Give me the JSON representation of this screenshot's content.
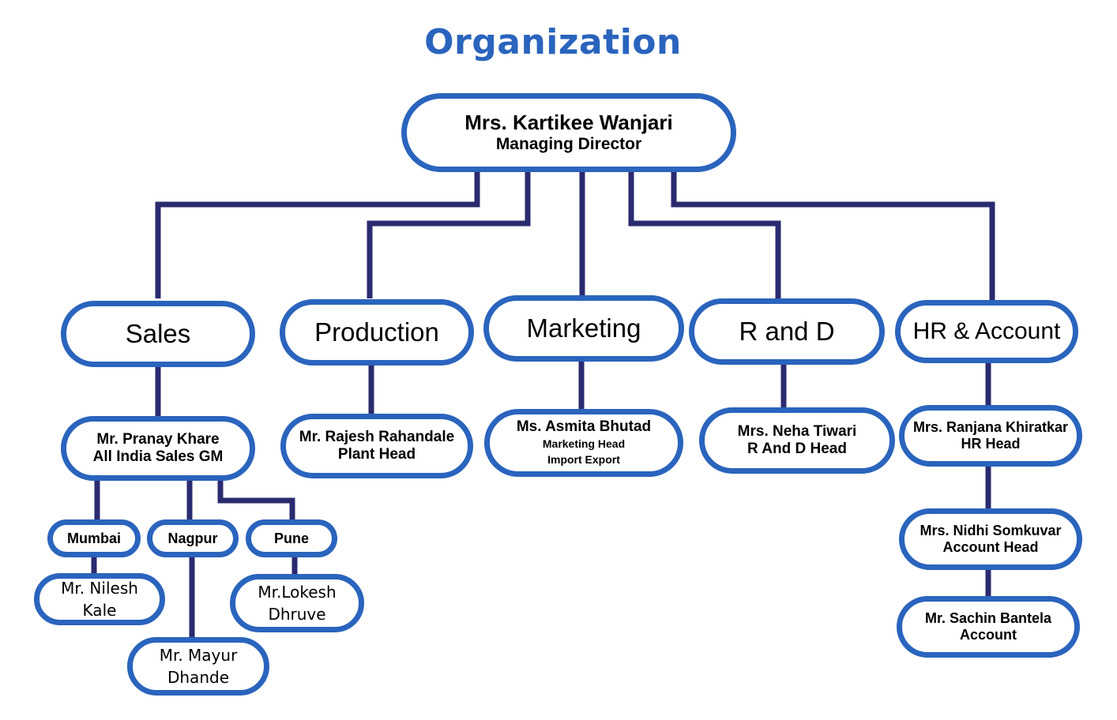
{
  "title": "Organization",
  "colors": {
    "title": "#2a64bd",
    "node_border": "#2a64bd",
    "connector": "#2a2b6f",
    "text": "#000000",
    "background": "#ffffff"
  },
  "root": {
    "name": "Mrs. Kartikee Wanjari",
    "role": "Managing Director"
  },
  "departments": [
    {
      "label": "Sales",
      "head": {
        "name": "Mr. Pranay Khare",
        "role": "All India Sales GM"
      },
      "branches": [
        {
          "city": "Mumbai",
          "person": "Mr. Nilesh Kale",
          "person_line1": "Mr. Nilesh",
          "person_line2": "Kale"
        },
        {
          "city": "Nagpur",
          "person": "Mr. Mayur Dhande",
          "person_line1": "Mr. Mayur",
          "person_line2": "Dhande"
        },
        {
          "city": "Pune",
          "person": "Mr.Lokesh Dhruve",
          "person_line1": "Mr.Lokesh",
          "person_line2": "Dhruve"
        }
      ]
    },
    {
      "label": "Production",
      "head": {
        "name": "Mr. Rajesh Rahandale",
        "role": "Plant Head"
      }
    },
    {
      "label": "Marketing",
      "head": {
        "name": "Ms. Asmita Bhutad",
        "role": "Marketing Head",
        "role2": "Import Export"
      }
    },
    {
      "label": "R and D",
      "head": {
        "name": "Mrs. Neha Tiwari",
        "role": "R And D Head"
      }
    },
    {
      "label": "HR & Account",
      "head": {
        "name": "Mrs. Ranjana Khiratkar",
        "role": "HR Head"
      },
      "chain": [
        {
          "name": "Mrs. Nidhi Somkuvar",
          "role": "Account Head"
        },
        {
          "name": "Mr. Sachin Bantela",
          "role": "Account"
        }
      ]
    }
  ]
}
